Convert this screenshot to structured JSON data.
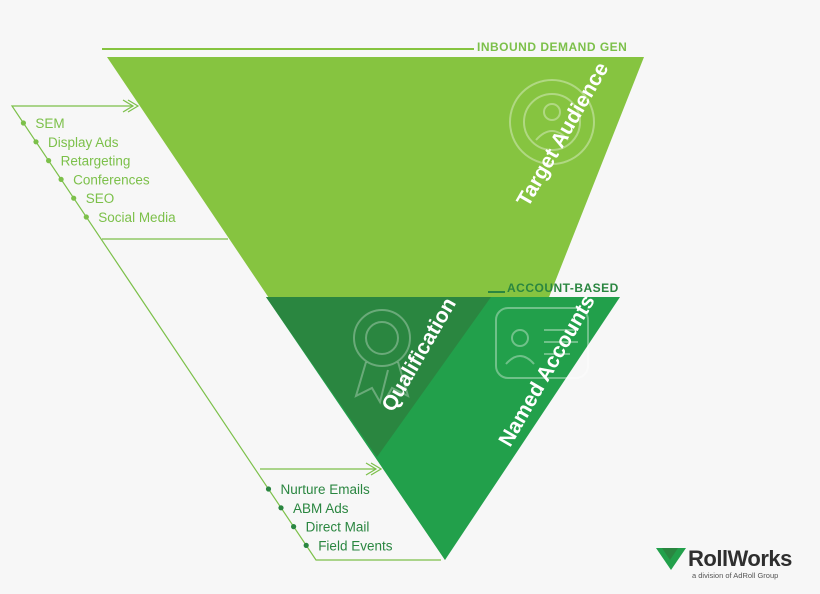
{
  "diagram": {
    "inbound_header": "INBOUND DEMAND GEN",
    "account_header": "ACCOUNT-BASED",
    "segments": {
      "target": "Target Audience",
      "qualification": "Qualification",
      "named": "Named Accounts"
    },
    "inbound_channels": [
      "SEM",
      "Display Ads",
      "Retargeting",
      "Conferences",
      "SEO",
      "Social Media"
    ],
    "account_channels": [
      "Nurture Emails",
      "ABM Ads",
      "Direct Mail",
      "Field Events"
    ],
    "colors": {
      "light_green": "#86c440",
      "dark_green": "#2a8640",
      "mid_green": "#22a04b",
      "line_green": "#7cc04a"
    }
  },
  "logo": {
    "name": "RollWorks",
    "tagline": "a division of AdRoll Group"
  }
}
